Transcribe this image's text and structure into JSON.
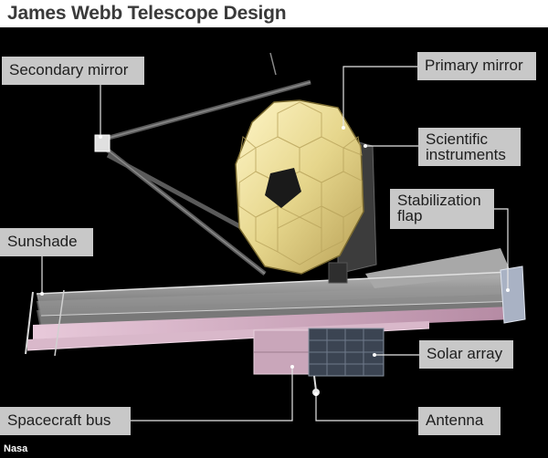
{
  "title": "James Webb Telescope Design",
  "credit": "Nasa",
  "labels": {
    "secondary_mirror": "Secondary mirror",
    "primary_mirror": "Primary mirror",
    "scientific_instruments_line1": "Scientific",
    "scientific_instruments_line2": "instruments",
    "stabilization_flap_line1": "Stabilization",
    "stabilization_flap_line2": "flap",
    "sunshade": "Sunshade",
    "solar_array": "Solar array",
    "spacecraft_bus": "Spacecraft bus",
    "antenna": "Antenna"
  },
  "colors": {
    "background": "#000000",
    "label_box": "#c8c8c8",
    "leader_line": "#d8d8d8",
    "mirror_gold": "#e2d48a",
    "sunshade_pink": "#c9a0b8"
  }
}
